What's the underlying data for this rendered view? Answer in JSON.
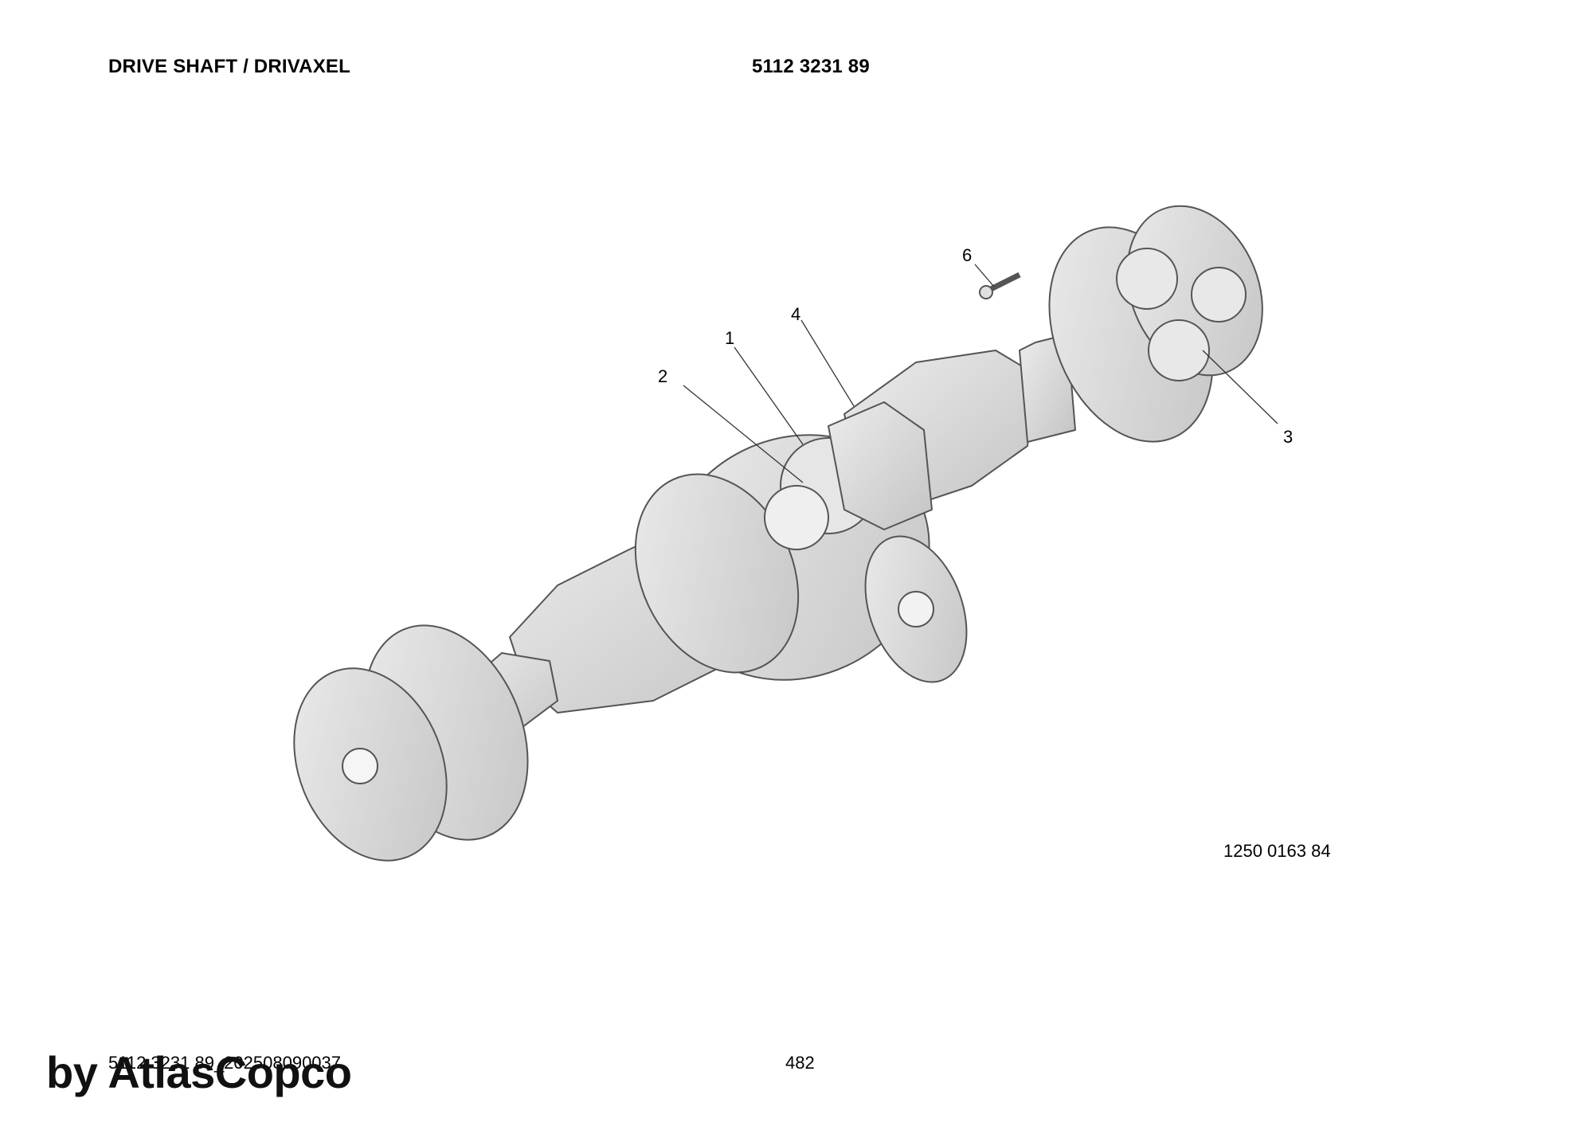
{
  "header": {
    "title": "DRIVE SHAFT / DRIVAXEL",
    "part_number": "5112 3231 89"
  },
  "callouts": {
    "c1": "1",
    "c2": "2",
    "c3": "3",
    "c4": "4",
    "c6": "6"
  },
  "illustration_number": "1250 0163 84",
  "footer": {
    "reference": "5112 3231 89_202508090037",
    "page": "482"
  },
  "watermark": "by AtlasCopco",
  "colors": {
    "part_fill": "#d9d9d9",
    "part_stroke": "#555555"
  }
}
